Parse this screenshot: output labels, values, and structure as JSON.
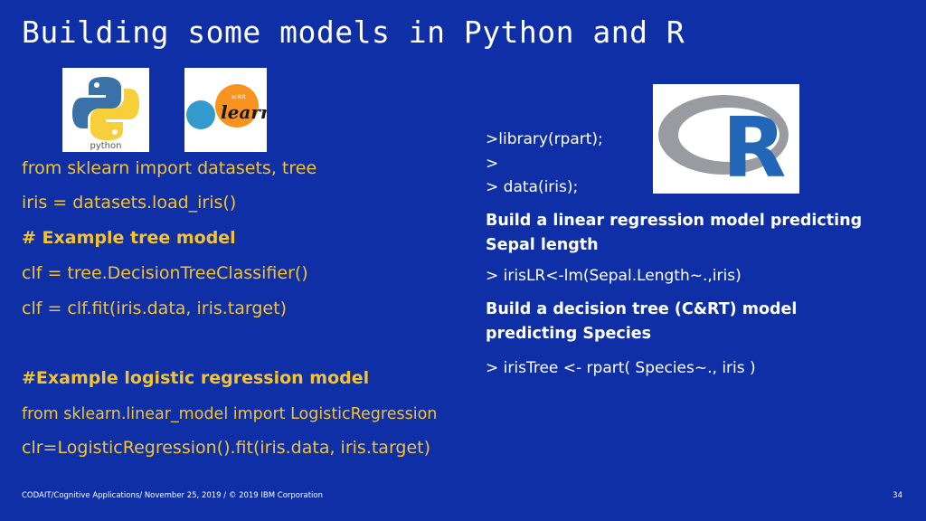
{
  "title": "Building some models in Python and R",
  "logos": {
    "python_caption": "python",
    "sklearn_small": "scikit",
    "sklearn_word": "learn",
    "r_letter": "R"
  },
  "python_code": [
    "from sklearn import datasets, tree",
    "iris = datasets.load_iris()",
    "# Example tree model",
    "clf = tree.DecisionTreeClassifier()",
    "clf = clf.fit(iris.data, iris.target)",
    "#Example logistic regression model",
    "from sklearn.linear_model import LogisticRegression",
    "clr=LogisticRegression().fit(iris.data, iris.target)"
  ],
  "r_code": {
    "line1": ">library(rpart);",
    "line2": ">",
    "line3": "> data(iris);",
    "heading1_a": "Build a linear regression model predicting",
    "heading1_b": "Sepal length",
    "line4": "> irisLR<-lm(Sepal.Length~.,iris)",
    "heading2_a": "Build a decision tree (C&RT) model",
    "heading2_b": "predicting Species",
    "line5": "> irisTree <- rpart( Species~., iris )"
  },
  "footer": "CODAIT/Cognitive Applications/ November 25, 2019 / © 2019 IBM Corporation",
  "page_number": "34"
}
